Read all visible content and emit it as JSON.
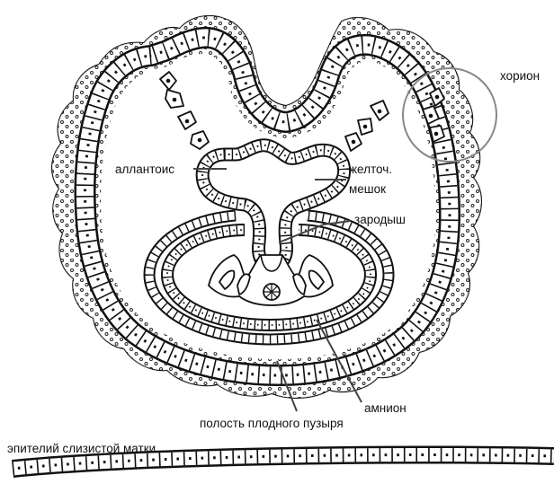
{
  "labels": {
    "chorion": "хорион",
    "allantois": "аллантоис",
    "yolk_sac_line1": "желточ.",
    "yolk_sac_line2": "мешок",
    "embryo": "зародыш",
    "amnion": "амнион",
    "cavity": "полость плодного пузыря",
    "epithelium": "эпителий слизистой матки"
  },
  "colors": {
    "stroke": "#111111",
    "label_line": "#444444",
    "highlight": "#888888",
    "background": "#ffffff"
  }
}
